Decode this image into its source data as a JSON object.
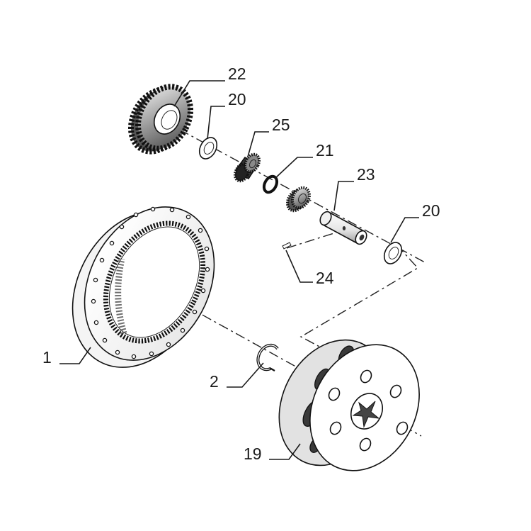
{
  "callouts": {
    "ring_gear": "1",
    "snap_ring_center": "2",
    "planet_carrier": "19",
    "thrust_washer_left": "20",
    "thrust_washer_right": "20",
    "snap_ring_small": "21",
    "planet_gear": "22",
    "planet_pin": "23",
    "roll_pin": "24",
    "needle_bearing": "25"
  },
  "colors": {
    "line": "#111111",
    "part_fill": "#ffffff",
    "shade_dark": "#3a3a3a",
    "shade_mid": "#8a8a8a",
    "shade_light": "#d6d6d6",
    "background": "#ffffff"
  }
}
